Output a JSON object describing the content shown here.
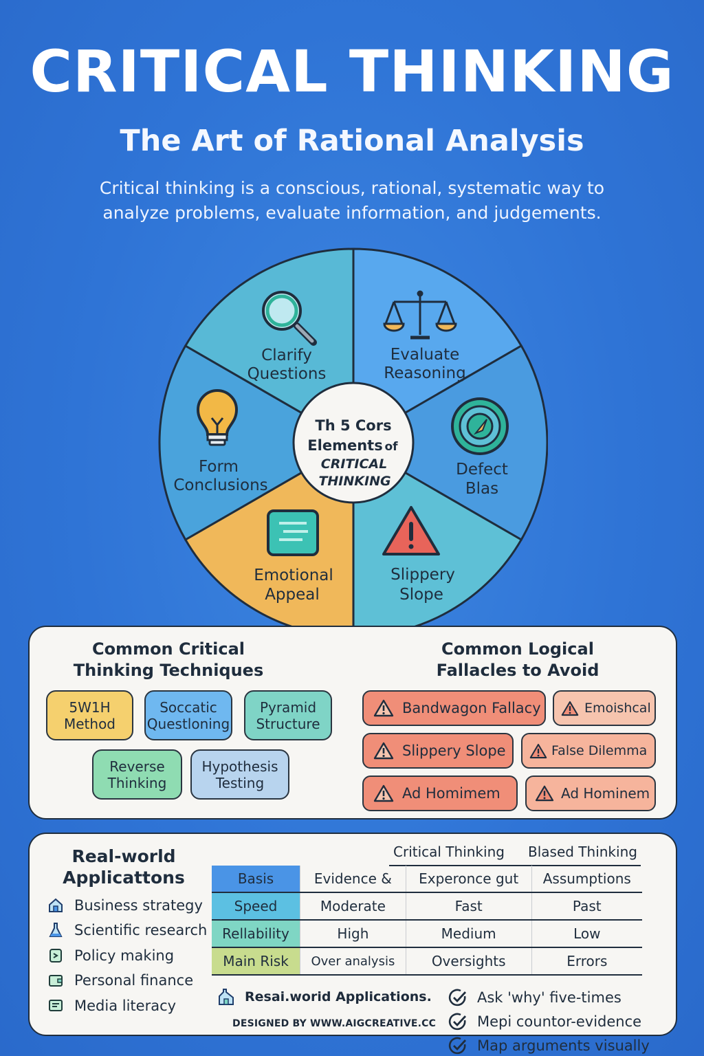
{
  "header": {
    "title": "CRITICAL THINKING",
    "subtitle": "The Art of Rational Analysis",
    "intro_line1": "Critical thinking is a conscious, rational, systematic way to",
    "intro_line2": "analyze problems, evaluate information, and judgements."
  },
  "wheel": {
    "center": [
      "Th 5 Cors",
      "Elements",
      "of",
      "CRITICAL",
      "THINKING"
    ],
    "segments": [
      {
        "line1": "Clarify",
        "line2": "Questions",
        "icon": "magnifier-icon",
        "color": "#58a8ee"
      },
      {
        "line1": "Evaluate",
        "line2": "Reasoning",
        "icon": "scales-icon",
        "color": "#4a9be0"
      },
      {
        "line1": "Defect",
        "line2": "Blas",
        "icon": "target-icon",
        "color": "#5ec0d6"
      },
      {
        "line1": "Slippery",
        "line2": "Slope",
        "icon": "warning-icon",
        "color": "#f0b85a"
      },
      {
        "line1": "Emotional",
        "line2": "Appeal",
        "icon": "note-icon",
        "color": "#4aa3dc"
      },
      {
        "line1": "Form",
        "line2": "Conclusions",
        "icon": "lightbulb-icon",
        "color": "#58b9d6"
      }
    ]
  },
  "techniques": {
    "heading1": "Common Critical",
    "heading2": "Thinking Techniques",
    "items": [
      {
        "line1": "5W1H",
        "line2": "Method",
        "color": "#f5d06e"
      },
      {
        "line1": "Soccatic",
        "line2": "Questloning",
        "color": "#6fb8f0"
      },
      {
        "line1": "Pyramid",
        "line2": "Structure",
        "color": "#7fd4c6"
      },
      {
        "line1": "Reverse",
        "line2": "Thinking",
        "color": "#8fdcb2"
      },
      {
        "line1": "Hypothesis",
        "line2": "Testing",
        "color": "#b8d4ee"
      }
    ]
  },
  "fallacies": {
    "heading1": "Common Logical",
    "heading2": "Fallacles to Avoid",
    "items": [
      {
        "label": "Bandwagon Fallacy",
        "color": "#f08e78"
      },
      {
        "label": "Emoishcal",
        "color": "#f6c4ae"
      },
      {
        "label": "Slippery Slope",
        "color": "#f08e78"
      },
      {
        "label": "False Dilemma",
        "color": "#f6b49c"
      },
      {
        "label": "Ad Homimem",
        "color": "#f08e78"
      },
      {
        "label": "Ad Hominem",
        "color": "#f6b49c"
      }
    ]
  },
  "applications": {
    "heading1": "Real-world",
    "heading2": "Applicattons",
    "items": [
      {
        "label": "Business strategy",
        "icon": "building-icon"
      },
      {
        "label": "Scientific research",
        "icon": "flask-icon"
      },
      {
        "label": "Policy making",
        "icon": "document-icon"
      },
      {
        "label": "Personal finance",
        "icon": "wallet-icon"
      },
      {
        "label": "Media literacy",
        "icon": "screen-icon"
      }
    ]
  },
  "comparison": {
    "col_critical": "Critical Thinking",
    "col_biased": "Blased Thinking",
    "rows": [
      {
        "label": "Basis",
        "c1": "Evidence &",
        "c2": "Experonce gut",
        "c3": "Assumptions",
        "color": "#4a94e6"
      },
      {
        "label": "Speed",
        "c1": "Moderate",
        "c2": "Fast",
        "c3": "Past",
        "color": "#5cc0e2"
      },
      {
        "label": "Rellability",
        "c1": "High",
        "c2": "Medium",
        "c3": "Low",
        "color": "#7fd6c4"
      },
      {
        "label": "Main Risk",
        "c1": "Over analysis",
        "c2": "Oversights",
        "c3": "Errors",
        "color": "#c8dc8e"
      }
    ]
  },
  "footer": {
    "apps_link": "Resai.worid Applications.",
    "credit": "DESIGNED BY WWW.AIGCREATIVE.CC",
    "checks": [
      "Ask 'why' five-times",
      "Mepi countor-evidence",
      "Map arguments visually"
    ]
  }
}
